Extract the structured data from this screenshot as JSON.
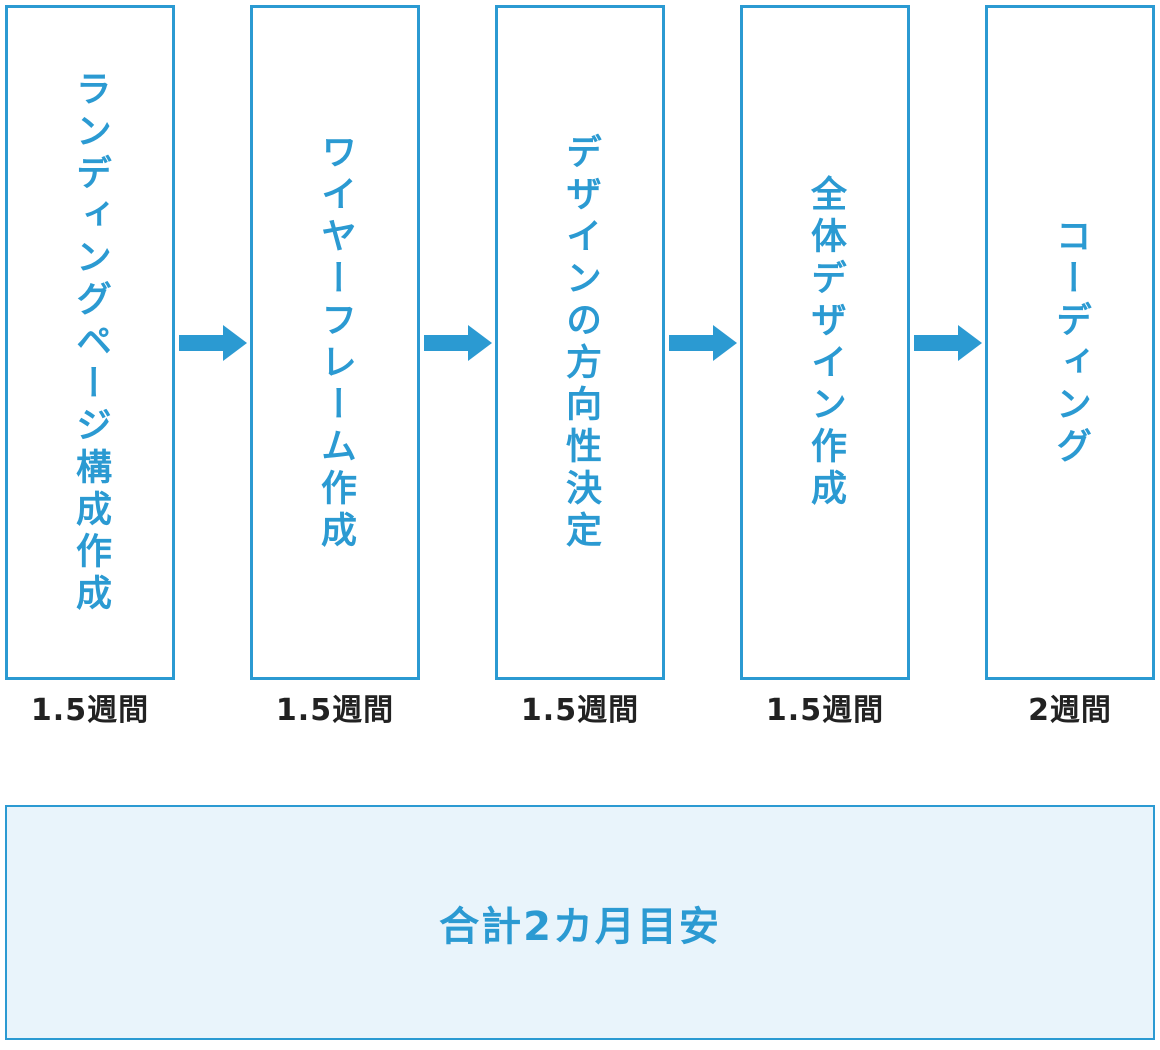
{
  "diagram": {
    "steps": [
      {
        "label": "ランディングページ構成作成",
        "duration": "1.5週間"
      },
      {
        "label": "ワイヤーフレーム作成",
        "duration": "1.5週間"
      },
      {
        "label": "デザインの方向性決定",
        "duration": "1.5週間"
      },
      {
        "label": "全体デザイン作成",
        "duration": "1.5週間"
      },
      {
        "label": "コーディング",
        "duration": "2週間"
      }
    ],
    "total_label": "合計2カ月目安"
  },
  "colors": {
    "accent": "#2B9AD2",
    "panel_bg": "#E9F4FB",
    "box_bg": "#FFFFFF",
    "duration_text": "#222222"
  }
}
